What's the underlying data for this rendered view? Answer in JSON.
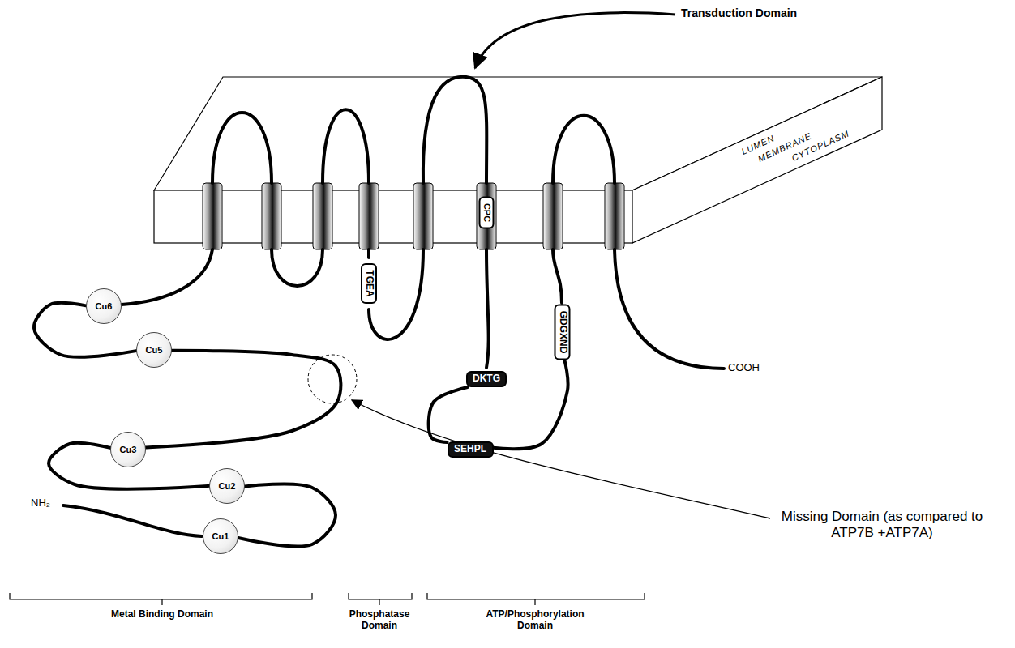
{
  "diagram": {
    "nodes": [
      {
        "text": [
          "Cu6"
        ]
      },
      {
        "text": [
          "Cu5"
        ]
      },
      {
        "text": [
          "Cu3"
        ]
      },
      {
        "text": [
          "Cu2"
        ]
      },
      {
        "text": [
          "Cu1"
        ]
      },
      {
        "text": [
          "TGEA"
        ]
      },
      {
        "text": [
          "CPC"
        ]
      },
      {
        "text": [
          "DKTG"
        ]
      },
      {
        "text": [
          "SEHPL"
        ]
      },
      {
        "text": [
          "GDGXND"
        ]
      }
    ],
    "edges": [
      {
        "from": 4,
        "to": 3,
        "arrow": "none"
      },
      {
        "from": 3,
        "to": 2,
        "arrow": "none"
      },
      {
        "from": 2,
        "to": 1,
        "arrow": "none"
      },
      {
        "from": 1,
        "to": 0,
        "arrow": "none"
      },
      {
        "from": 7,
        "to": 8,
        "arrow": "none"
      },
      {
        "from": 8,
        "to": 9,
        "arrow": "none"
      }
    ],
    "labels": [
      "Transduction Domain",
      "LUMEN",
      "MEMBRANE",
      "CYTOPLASM",
      "NH₂",
      "COOH",
      "Missing Domain (as compared to ATP7B +ATP7A)",
      "Metal Binding Domain",
      "Phosphatase Domain",
      "ATP/Phosphorylation Domain"
    ]
  }
}
